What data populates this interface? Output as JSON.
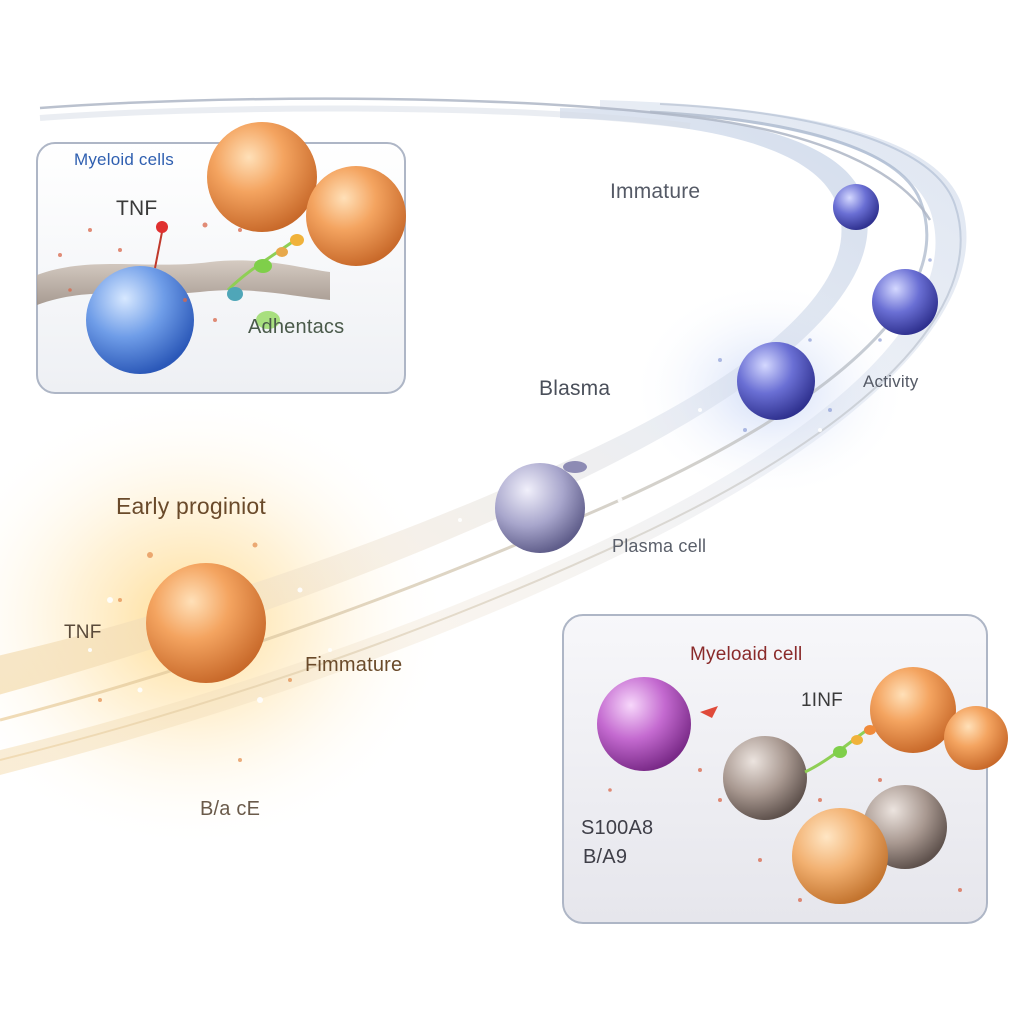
{
  "labels": {
    "top_panel_title": "Myeloid cells",
    "top_panel_tnf": "TNF",
    "top_panel_adhesion": "Adhentacs",
    "immature": "Immature",
    "activity": "Activity",
    "blasma": "Blasma",
    "plasma_cell": "Plasma cell",
    "early_progenitor": "Early proginiot",
    "tnf_left": "TNF",
    "fimmature": "Fimmature",
    "bottom_text": "B/a cE",
    "bottom_panel_title": "Myeloaid cell",
    "bottom_panel_tnf": "1INF",
    "s100a8": "S100A8",
    "b_a9": "B/A9"
  },
  "colors": {
    "myeloid_title_blue": "#2f5fb0",
    "myeloid_title_red": "#8a2a2a",
    "orange_cell": "#f0a060",
    "blue_cell": "#6f9de8",
    "violet_cell": "#6a6fd4",
    "lavender_cell": "#a8a6cc",
    "magenta_cell": "#c46ad0",
    "taupe_cell": "#a89890",
    "green_receptor": "#7fcf4a",
    "stream_blue": "#c7d3e6",
    "stream_gold": "#f2d8a8"
  }
}
